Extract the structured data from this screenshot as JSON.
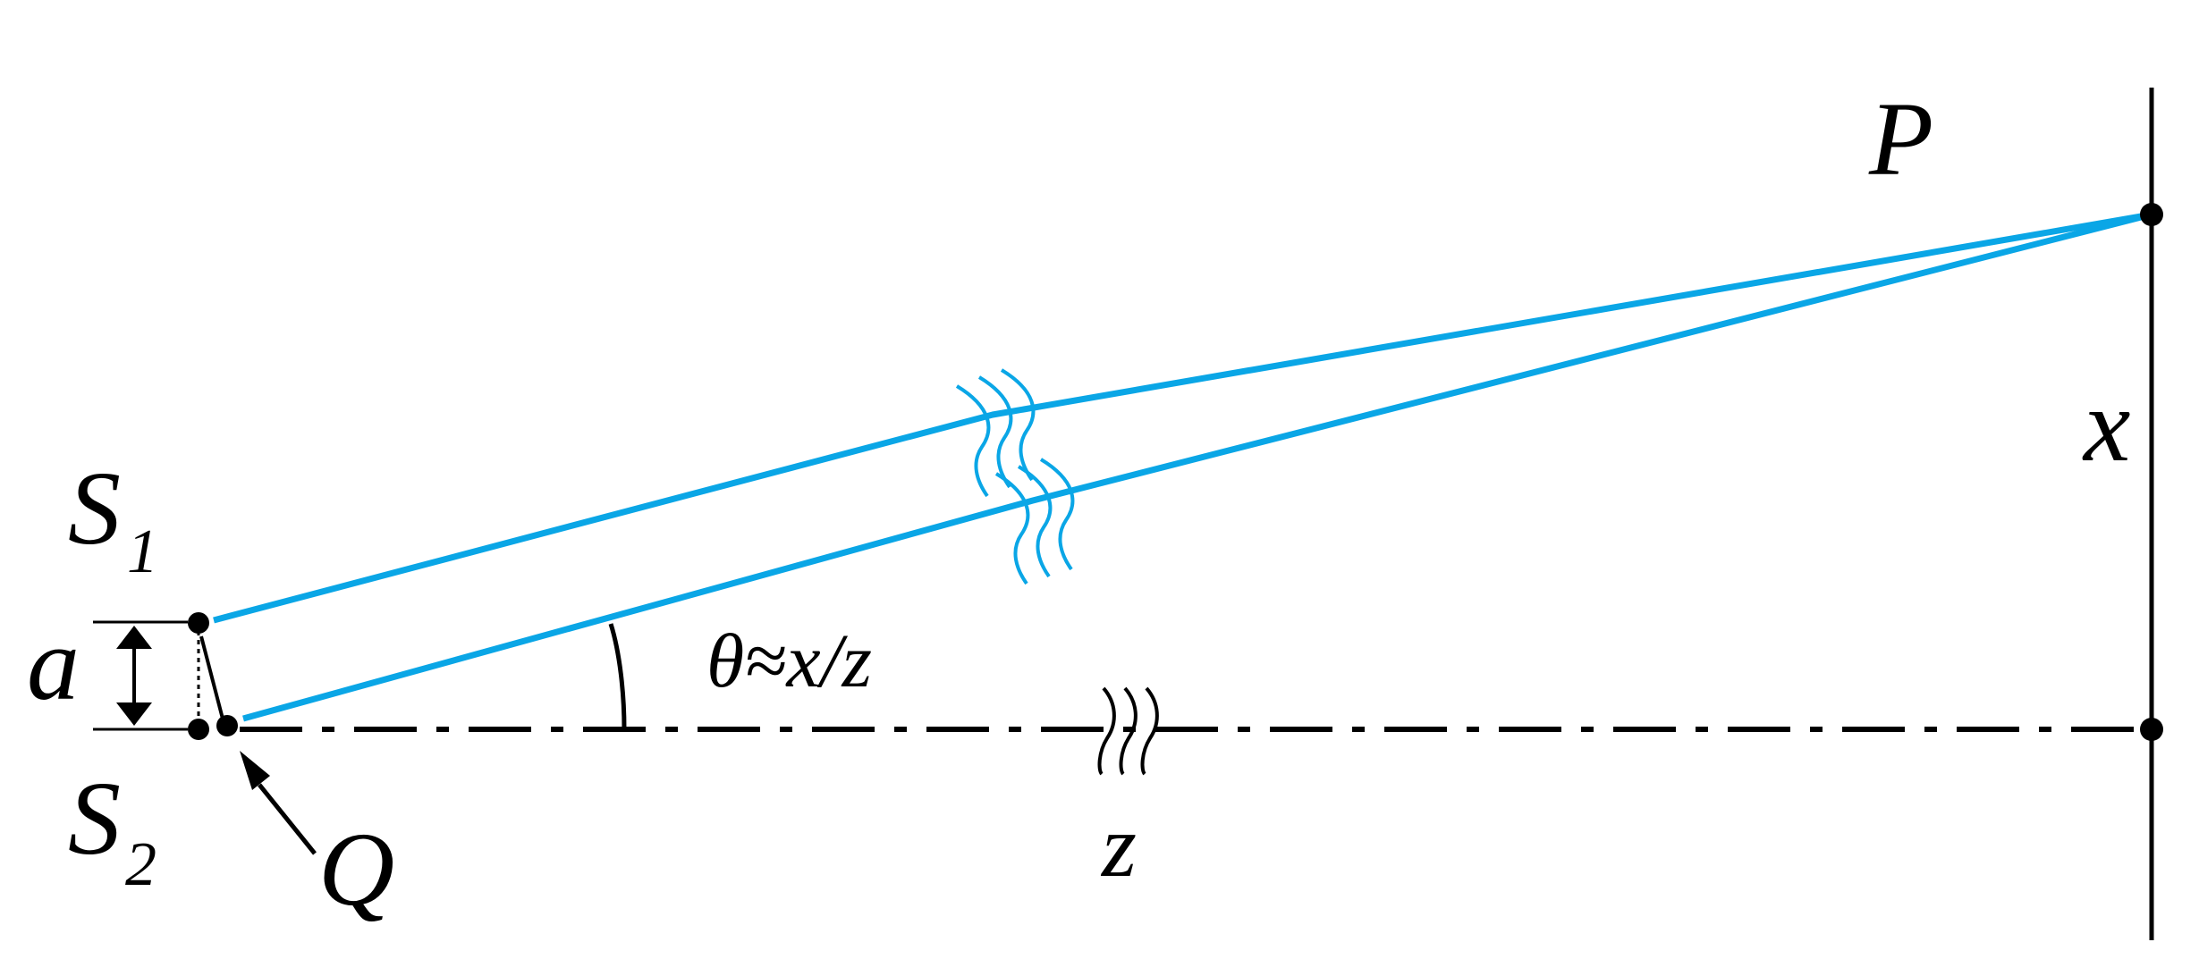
{
  "labels": {
    "P": "P",
    "x": "x",
    "S1_main": "S",
    "S1_sub": "1",
    "S2_main": "S",
    "S2_sub": "2",
    "a": "a",
    "Q": "Q",
    "z": "z",
    "theta_approx": "θ≈x/z"
  },
  "colors": {
    "ray": "#0aa6e6",
    "ink": "#000000",
    "background": "#ffffff"
  }
}
